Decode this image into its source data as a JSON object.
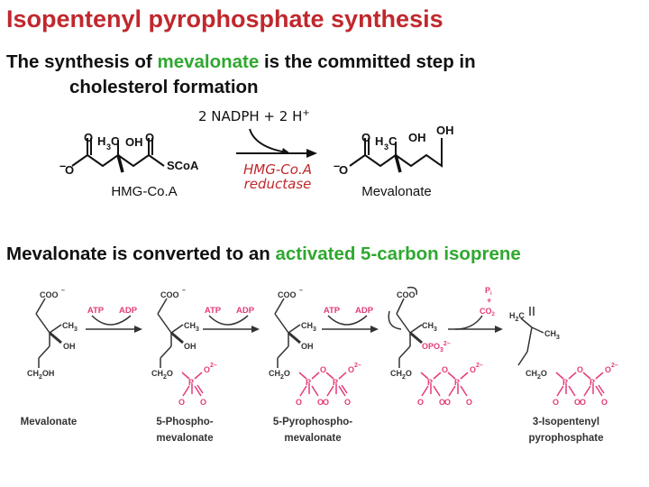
{
  "title": "Isopentenyl pyrophosphate synthesis",
  "line1": {
    "pre": "The synthesis of ",
    "highlight": "mevalonate",
    "post": " is the committed step in",
    "line2": "cholesterol formation"
  },
  "reaction1": {
    "cofactor": "2 NADPH  +  2 H",
    "cofactor_sup": "+",
    "substrate": "HMG-Co.A",
    "enzyme_line1": "HMG-Co.A",
    "enzyme_line2": "reductase",
    "product": "Mevalonate"
  },
  "line3": {
    "pre": "Mevalonate is converted to an ",
    "highlight": "activated 5-carbon isoprene"
  },
  "pathway": {
    "atp": "ATP",
    "adp": "ADP",
    "compounds": [
      {
        "line1": "Mevalonate",
        "line2": ""
      },
      {
        "line1": "5-Phospho-",
        "line2": "mevalonate"
      },
      {
        "line1": "5-Pyrophospho-",
        "line2": "mevalonate"
      },
      {
        "line1": "3-Isopentenyl",
        "line2": "pyrophosphate"
      }
    ]
  },
  "colors": {
    "title": "#c0282d",
    "highlight": "#2fa82f",
    "phosphate": "#e43b7a"
  }
}
